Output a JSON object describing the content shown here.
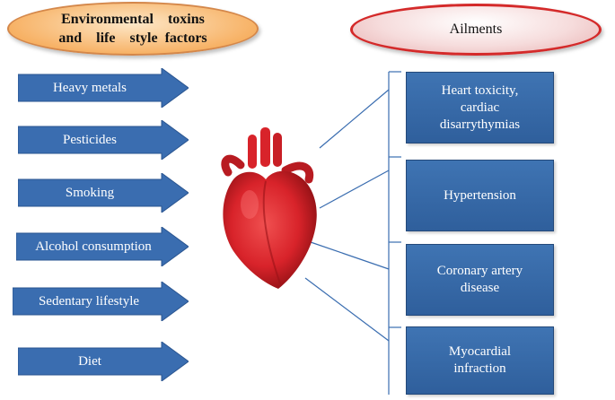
{
  "left_header": {
    "line1": "Environmental  toxins",
    "line2": "and  life  style factors"
  },
  "right_header": {
    "label": "Ailments"
  },
  "factors": [
    {
      "label": "Heavy metals"
    },
    {
      "label": "Pesticides"
    },
    {
      "label": "Smoking"
    },
    {
      "label": "Alcohol consumption"
    },
    {
      "label": "Sedentary lifestyle"
    },
    {
      "label": "Diet"
    }
  ],
  "ailments": [
    {
      "label": "Heart toxicity,\ncardiac\ndisarrythymias"
    },
    {
      "label": "Hypertension"
    },
    {
      "label": "Coronary artery\ndisease"
    },
    {
      "label": "Myocardial\ninfraction"
    }
  ],
  "colors": {
    "arrow_fill": "#3a6db0",
    "box_fill": "#3a6db0",
    "left_oval": "#f7b266",
    "right_oval_border": "#d42a2a",
    "heart": "#d8232a",
    "connector": "#3a6db0"
  }
}
